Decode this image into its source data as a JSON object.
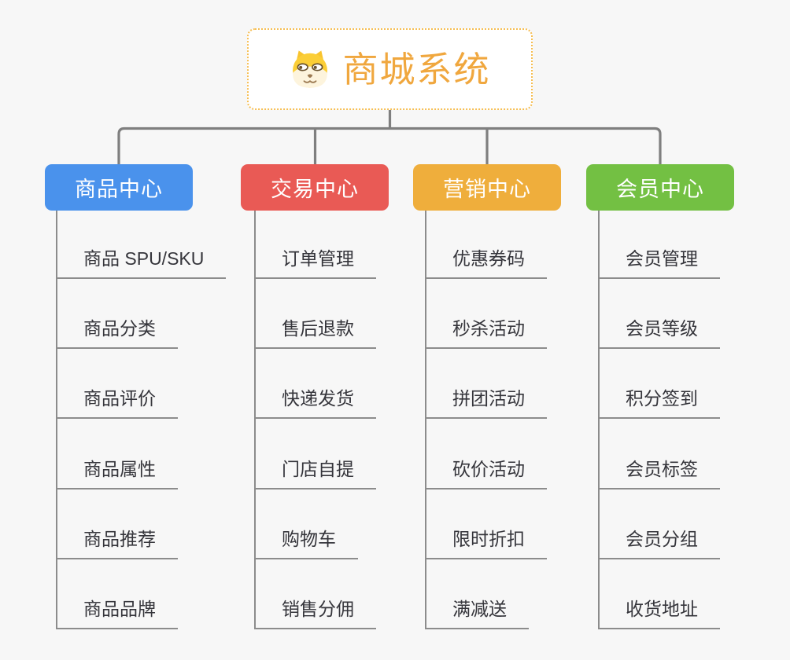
{
  "root": {
    "title": "商城系统",
    "icon": "shiba-dog-icon"
  },
  "colors": {
    "root_text": "#f0a73e",
    "root_border": "#f6be53",
    "connector": "#7f7f7f",
    "leaf_line": "#8c8c8c",
    "leaf_text": "#35353b",
    "background": "#f7f7f7"
  },
  "branches": [
    {
      "label": "商品中心",
      "color": "#4a92ec",
      "children": [
        "商品 SPU/SKU",
        "商品分类",
        "商品评价",
        "商品属性",
        "商品推荐",
        "商品品牌"
      ]
    },
    {
      "label": "交易中心",
      "color": "#e95a55",
      "children": [
        "订单管理",
        "售后退款",
        "快递发货",
        "门店自提",
        "购物车",
        "销售分佣"
      ]
    },
    {
      "label": "营销中心",
      "color": "#efae3c",
      "children": [
        "优惠券码",
        "秒杀活动",
        "拼团活动",
        "砍价活动",
        "限时折扣",
        "满减送"
      ]
    },
    {
      "label": "会员中心",
      "color": "#73c043",
      "children": [
        "会员管理",
        "会员等级",
        "积分签到",
        "会员标签",
        "会员分组",
        "收货地址"
      ]
    }
  ]
}
